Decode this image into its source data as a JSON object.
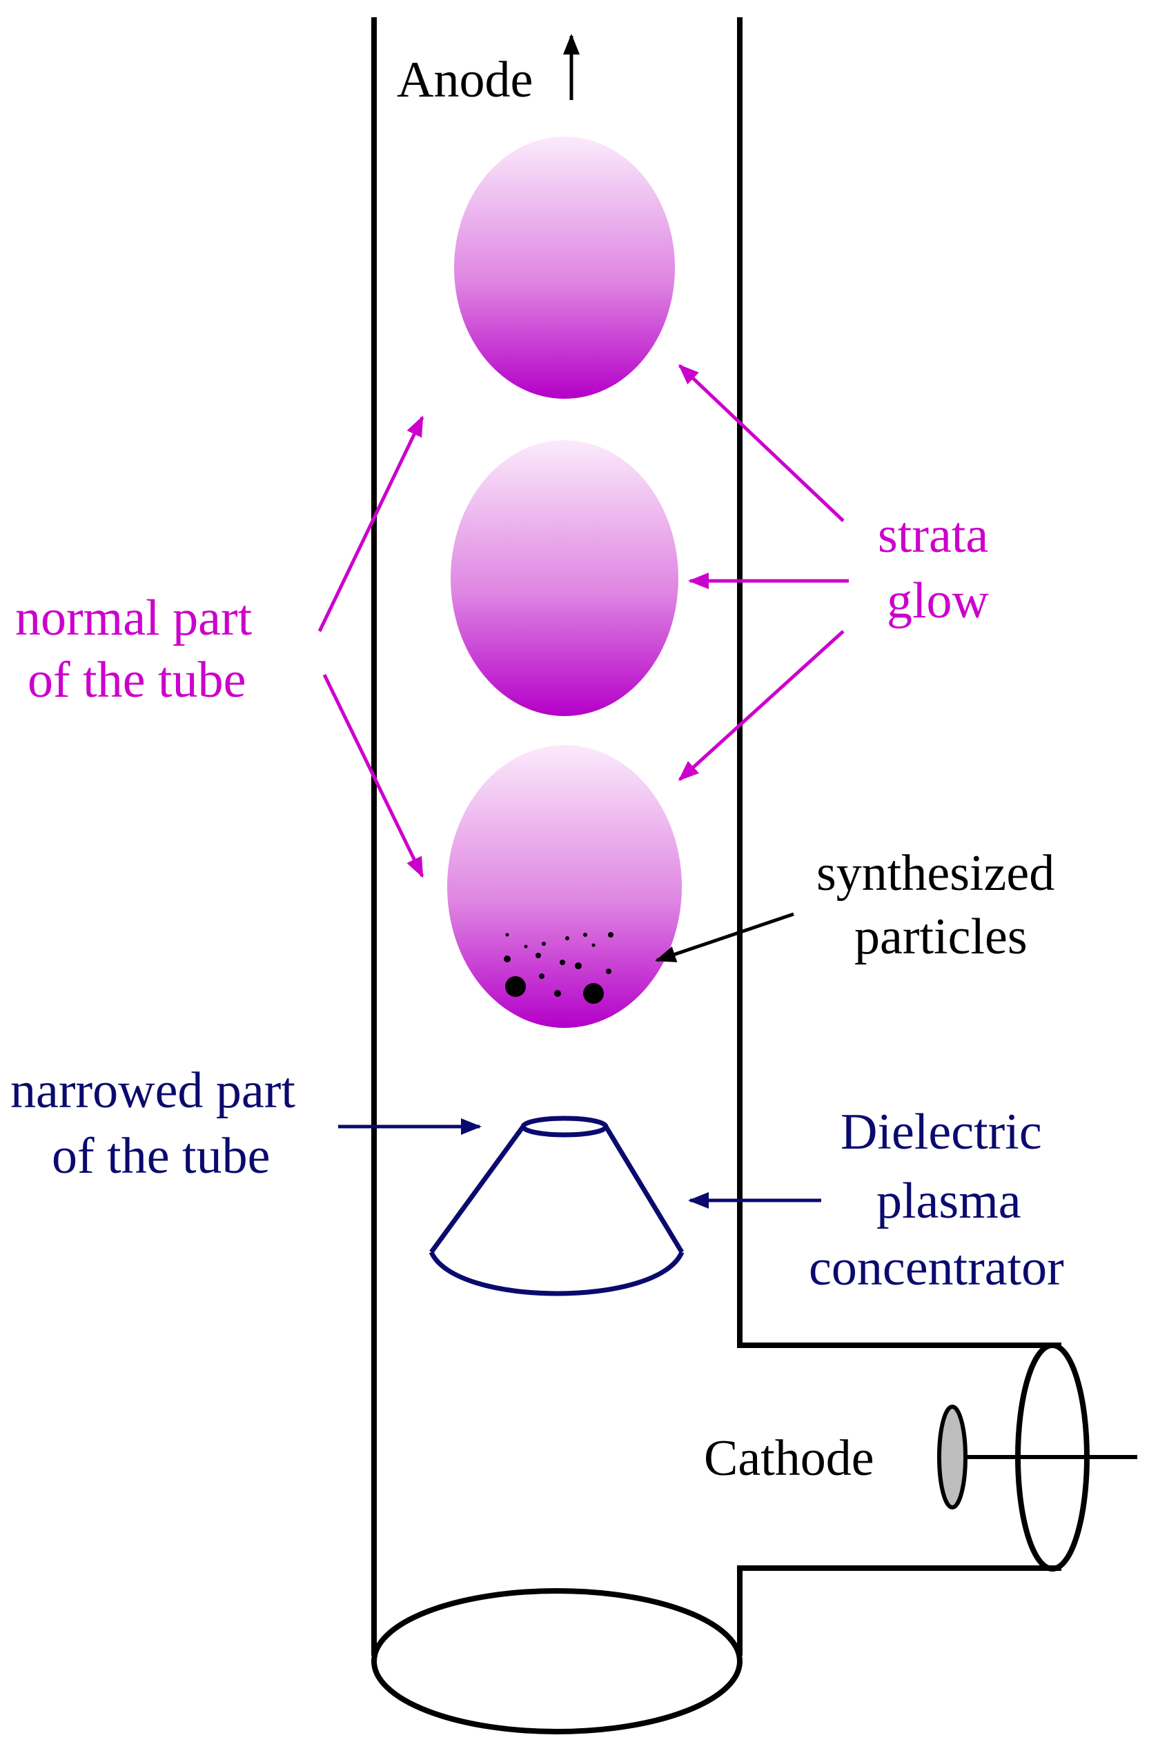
{
  "labels": {
    "anode": "Anode",
    "strata_line1": "strata",
    "strata_line2": "glow",
    "normal_line1": "normal part",
    "normal_line2": "of the tube",
    "particles_line1": "synthesized",
    "particles_line2": "particles",
    "narrowed_line1": "narrowed part",
    "narrowed_line2": "of the tube",
    "dielectric_line1": "Dielectric",
    "dielectric_line2": "plasma",
    "dielectric_line3": "concentrator",
    "cathode": "Cathode"
  },
  "colors": {
    "strata_glow_top": "#fbeafb",
    "strata_glow_bottom": "#b400c8",
    "magenta_label": "#cc00cc",
    "navy_label": "#0a0a6e",
    "cathode_fill": "#bdbdbd"
  }
}
